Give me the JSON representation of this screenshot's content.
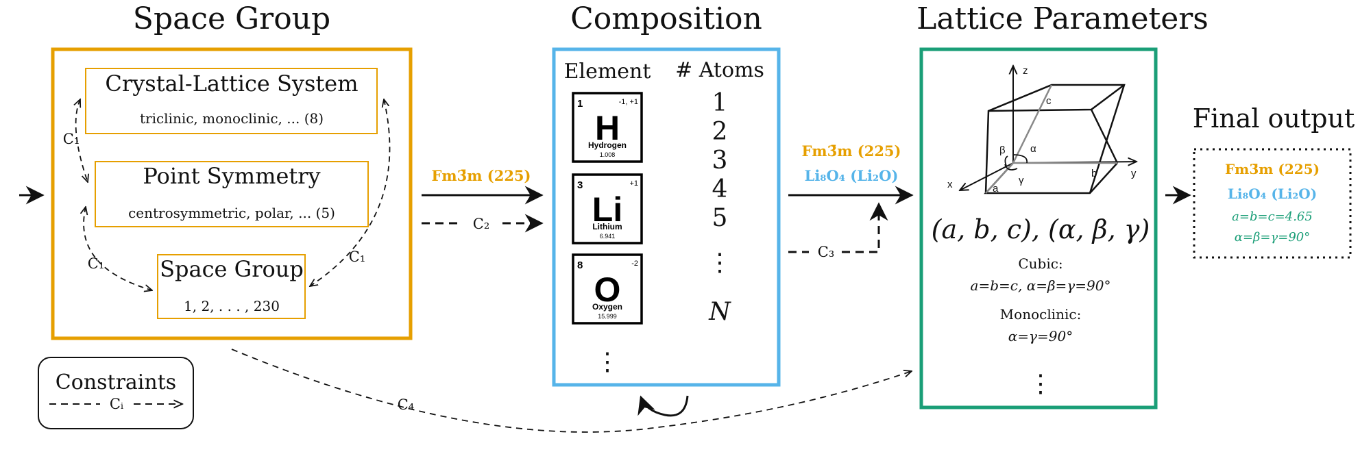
{
  "headings": {
    "space_group": "Space Group",
    "composition": "Composition",
    "lattice": "Lattice Parameters",
    "final": "Final output"
  },
  "space_group_panel": {
    "crystal_system": {
      "title": "Crystal-Lattice System",
      "sub": "triclinic,  monoclinic,  ...   (8)"
    },
    "point_symmetry": {
      "title": "Point Symmetry",
      "sub": "centrosymmetric,  polar,  ...  (5)"
    },
    "space_group": {
      "title": "Space Group",
      "sub": "1, 2, . . . , 230"
    },
    "c1": "C₁"
  },
  "composition_panel": {
    "col_element": "Element",
    "col_atoms": "# Atoms",
    "elements": [
      {
        "number": "1",
        "charge": "-1, +1",
        "symbol": "H",
        "name": "Hydrogen",
        "mass": "1.008"
      },
      {
        "number": "3",
        "charge": "+1",
        "symbol": "Li",
        "name": "Lithium",
        "mass": "6.941"
      },
      {
        "number": "8",
        "charge": "-2",
        "symbol": "O",
        "name": "Oxygen",
        "mass": "15.999"
      }
    ],
    "counts": [
      "1",
      "2",
      "3",
      "4",
      "5"
    ],
    "vdots": "⋮",
    "n": "N"
  },
  "lattice_panel": {
    "axes": {
      "z": "z",
      "x": "x",
      "y": "y",
      "a": "a",
      "b": "b",
      "c": "c",
      "alpha": "α",
      "beta": "β",
      "gamma": "γ"
    },
    "params": "(a, b, c), (α, β, γ)",
    "cubic_label": "Cubic:",
    "cubic_rule": "a=b=c, α=β=γ=90°",
    "mono_label": "Monoclinic:",
    "mono_rule": "α=γ=90°",
    "vdots": "⋮"
  },
  "arrows": {
    "sg_label": "Fm3̄m (225)",
    "c2": "C₂",
    "comp_sg_label": "Fm3̄m (225)",
    "comp_formula": "Li₈O₄ (Li₂O)",
    "c3": "C₃",
    "c4": "C₄"
  },
  "legend": {
    "title": "Constraints",
    "ci": "Cᵢ"
  },
  "final_output": {
    "sg": "Fm3̄m (225)",
    "formula": "Li₈O₄ (Li₂O)",
    "lengths": "a=b=c=4.65",
    "angles": "α=β=γ=90°"
  },
  "colors": {
    "orange": "#e69f00",
    "blue": "#56b4e9",
    "green": "#1a9e77"
  }
}
